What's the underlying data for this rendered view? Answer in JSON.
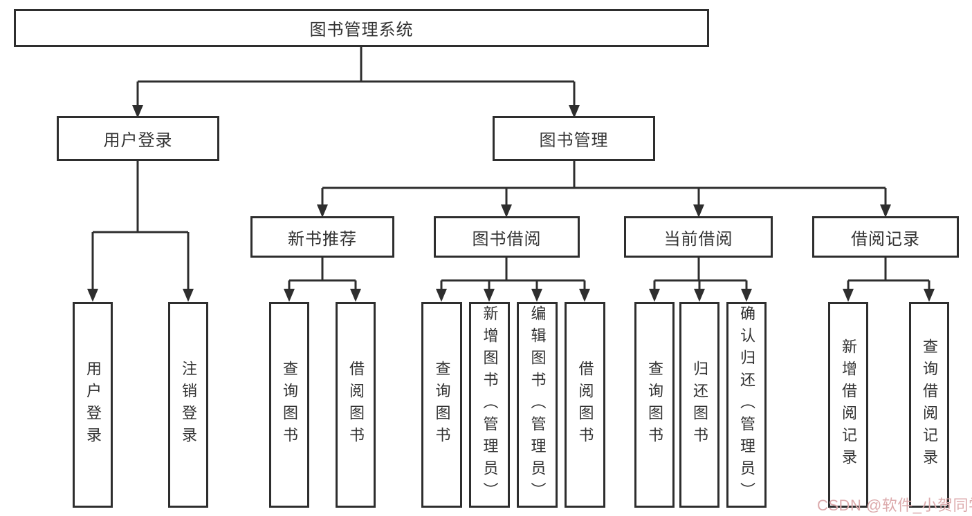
{
  "diagram": {
    "root": {
      "label": "图书管理系统",
      "children": [
        {
          "label": "用户登录",
          "children": [
            {
              "label": "用户登录"
            },
            {
              "label": "注销登录"
            }
          ]
        },
        {
          "label": "图书管理",
          "children": [
            {
              "label": "新书推荐",
              "children": [
                {
                  "label": "查询图书"
                },
                {
                  "label": "借阅图书"
                }
              ]
            },
            {
              "label": "图书借阅",
              "children": [
                {
                  "label": "查询图书"
                },
                {
                  "label": "新增图书（管理员）"
                },
                {
                  "label": "编辑图书（管理员）"
                },
                {
                  "label": "借阅图书"
                }
              ]
            },
            {
              "label": "当前借阅",
              "children": [
                {
                  "label": "查询图书"
                },
                {
                  "label": "归还图书"
                },
                {
                  "label": "确认归还（管理员）"
                }
              ]
            },
            {
              "label": "借阅记录",
              "children": [
                {
                  "label": "新增借阅记录"
                },
                {
                  "label": "查询借阅记录"
                }
              ]
            }
          ]
        }
      ]
    },
    "watermark": "CSDN @软件_小贺同学"
  },
  "colors": {
    "line": "#2e2e2e",
    "box_border": "#2e2e2e",
    "text": "#333333",
    "watermark": "#dcaaac",
    "background": "#ffffff"
  }
}
